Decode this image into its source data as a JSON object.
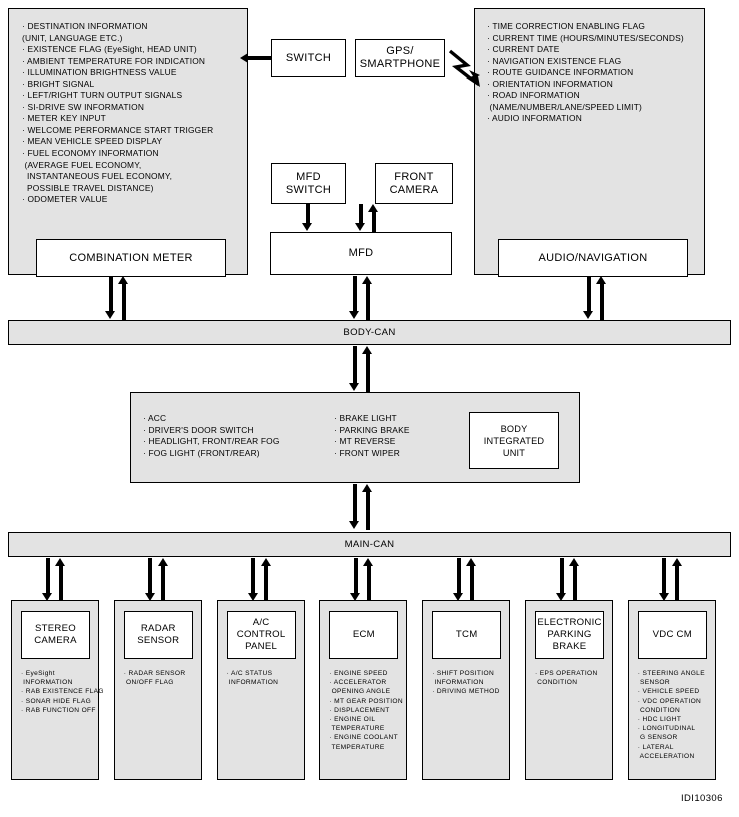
{
  "figure": {
    "id_label": "IDI10306",
    "colors": {
      "panel_fill": "#e3e3e3",
      "box_fill": "#ffffff",
      "line": "#000000"
    }
  },
  "panels": {
    "combination_meter": {
      "box_label": "COMBINATION METER",
      "signals": [
        "· DESTINATION INFORMATION",
        "(UNIT, LANGUAGE ETC.)",
        "· EXISTENCE FLAG (EyeSight, HEAD UNIT)",
        "· AMBIENT TEMPERATURE FOR INDICATION",
        "· ILLUMINATION BRIGHTNESS VALUE",
        "· BRIGHT SIGNAL",
        "· LEFT/RIGHT TURN OUTPUT SIGNALS",
        "· SI-DRIVE SW INFORMATION",
        "· METER KEY INPUT",
        "· WELCOME PERFORMANCE START TRIGGER",
        "· MEAN VEHICLE SPEED DISPLAY",
        "· FUEL ECONOMY INFORMATION",
        " (AVERAGE FUEL ECONOMY,",
        "  INSTANTANEOUS FUEL ECONOMY,",
        "  POSSIBLE TRAVEL DISTANCE)",
        "· ODOMETER VALUE"
      ]
    },
    "audio_navigation": {
      "box_label": "AUDIO/NAVIGATION",
      "signals": [
        "· TIME CORRECTION ENABLING FLAG",
        "· CURRENT TIME (HOURS/MINUTES/SECONDS)",
        "· CURRENT DATE",
        "· NAVIGATION EXISTENCE FLAG",
        "· ROUTE GUIDANCE INFORMATION",
        "· ORIENTATION INFORMATION",
        "· ROAD INFORMATION",
        " (NAME/NUMBER/LANE/SPEED LIMIT)",
        "· AUDIO INFORMATION"
      ]
    }
  },
  "nodes": {
    "switch": "SWITCH",
    "gps_smartphone": "GPS/\nSMARTPHONE",
    "mfd_switch": "MFD\nSWITCH",
    "front_camera": "FRONT\nCAMERA",
    "mfd": "MFD"
  },
  "buses": {
    "body_can": "BODY-CAN",
    "main_can": "MAIN-CAN"
  },
  "body_integrated_unit": {
    "box_label": "BODY\nINTEGRATED\nUNIT",
    "signals_col1": [
      "· ACC",
      "· DRIVER'S DOOR SWITCH",
      "· HEADLIGHT, FRONT/REAR FOG",
      "· FOG LIGHT (FRONT/REAR)"
    ],
    "signals_col2": [
      "· BRAKE LIGHT",
      "· PARKING BRAKE",
      "· MT REVERSE",
      "· FRONT WIPER"
    ]
  },
  "modules": [
    {
      "name": "STEREO\nCAMERA",
      "signals": [
        "· EyeSight",
        " INFORMATION",
        "· RAB EXISTENCE FLAG",
        "· SONAR HIDE FLAG",
        "· RAB FUNCTION OFF"
      ]
    },
    {
      "name": "RADAR\nSENSOR",
      "signals": [
        "· RADAR SENSOR",
        " ON/OFF FLAG"
      ]
    },
    {
      "name": "A/C\nCONTROL\nPANEL",
      "signals": [
        "· A/C STATUS",
        " INFORMATION"
      ]
    },
    {
      "name": "ECM",
      "signals": [
        "· ENGINE SPEED",
        "· ACCELERATOR",
        " OPENING ANGLE",
        "· MT GEAR POSITION",
        "· DISPLACEMENT",
        "· ENGINE OIL",
        " TEMPERATURE",
        "· ENGINE COOLANT",
        " TEMPERATURE"
      ]
    },
    {
      "name": "TCM",
      "signals": [
        "· SHIFT POSITION",
        " INFORMATION",
        "· DRIVING METHOD"
      ]
    },
    {
      "name": "ELECTRONIC\nPARKING\nBRAKE",
      "signals": [
        "· EPS OPERATION",
        " CONDITION"
      ]
    },
    {
      "name": "VDC CM",
      "signals": [
        "· STEERING ANGLE",
        " SENSOR",
        "· VEHICLE SPEED",
        "· VDC OPERATION",
        " CONDITION",
        "· HDC LIGHT",
        "· LONGITUDINAL",
        " G SENSOR",
        "· LATERAL",
        " ACCELERATION"
      ]
    }
  ]
}
